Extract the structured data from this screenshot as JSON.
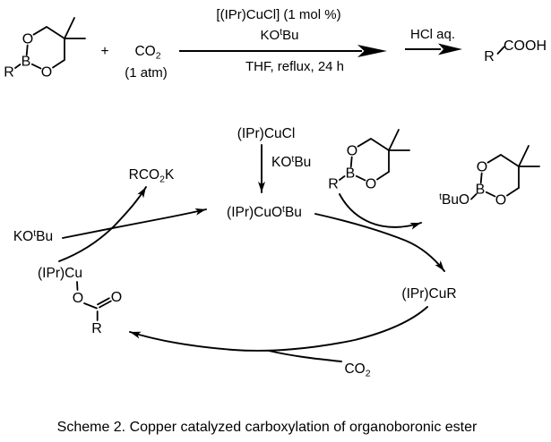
{
  "colors": {
    "ink": "#000000",
    "paper": "#ffffff"
  },
  "equation": {
    "reactant_ester": {
      "r": "R",
      "b": "B",
      "o_top": "O",
      "o_bottom": "O"
    },
    "plus": "+",
    "co2": {
      "formula": "CO",
      "subscript": "2",
      "pressure": "(1 atm)"
    },
    "step1": {
      "catalyst": "[(IPr)CuCl] (1 mol %)",
      "base_pre": "KO",
      "base_sup": "t",
      "base_post": "Bu",
      "solvent": "THF, reflux, 24 h"
    },
    "step2": {
      "reagent": "HCl aq."
    },
    "product": {
      "r": "R",
      "group": "COOH"
    }
  },
  "cycle": {
    "precatalyst": "(IPr)CuCl",
    "activation_base": {
      "pre": "KO",
      "sup": "t",
      "post": "Bu"
    },
    "active_species": {
      "pre": "(IPr)CuO",
      "sup": "t",
      "post": "Bu"
    },
    "carboxylate_salt": {
      "pre": "RCO",
      "sub": "2",
      "post": "K"
    },
    "base_left": {
      "pre": "KO",
      "sup": "t",
      "post": "Bu"
    },
    "copper_carboxylate": {
      "fragment": "(IPr)Cu",
      "o_ester": "O",
      "o_carbonyl": "O",
      "r": "R"
    },
    "ester_in": {
      "r": "R",
      "b": "B",
      "o_top": "O",
      "o_bottom": "O"
    },
    "borate_out": {
      "sup": "t",
      "pre": "BuO",
      "b": "B",
      "o_top": "O",
      "o_bottom": "O"
    },
    "alkyl_copper": "(IPr)CuR",
    "co2": {
      "formula": "CO",
      "subscript": "2"
    }
  },
  "caption": "Scheme 2. Copper catalyzed carboxylation of organoboronic ester"
}
